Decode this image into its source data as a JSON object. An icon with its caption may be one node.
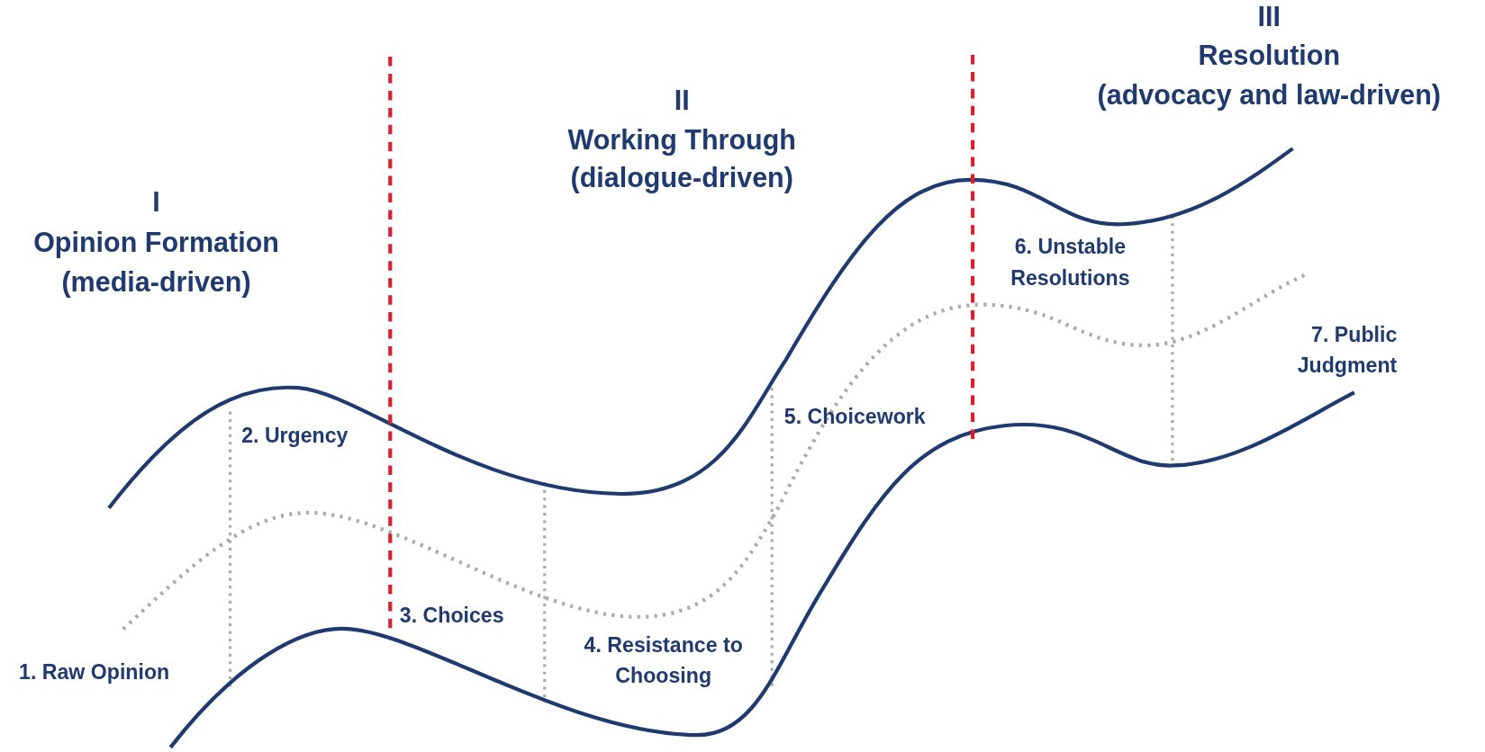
{
  "diagram": {
    "labels": [
      "I",
      "Opinion Formation",
      "(media-driven)",
      "II",
      "Working Through",
      "(dialogue-driven)",
      "III",
      "Resolution",
      "(advocacy and law-driven)",
      "1. Raw Opinion",
      "2. Urgency",
      "3. Choices",
      "4. Resistance to Choosing",
      "5. Choicework",
      "6. Unstable Resolutions",
      "7. Public Judgment"
    ]
  }
}
